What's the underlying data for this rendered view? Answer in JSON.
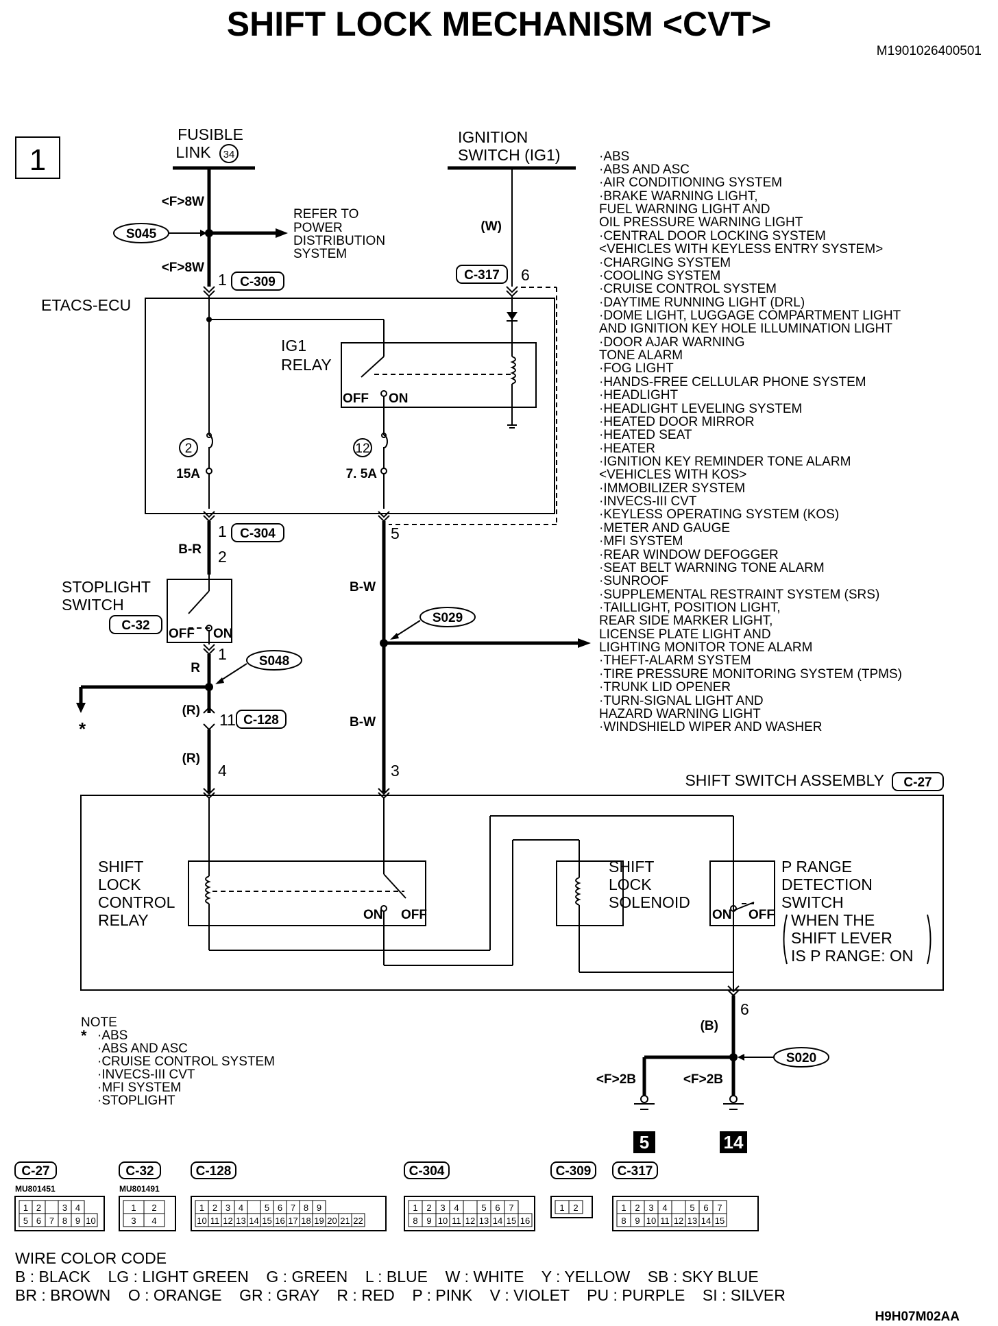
{
  "title": "SHIFT LOCK MECHANISM <CVT>",
  "doc_code": "M1901026400501",
  "figure_code": "H9H07M02AA",
  "page_number": "1",
  "sources": {
    "fusible_link": [
      "FUSIBLE",
      "LINK"
    ],
    "fusible_link_number": "34",
    "ignition_switch": [
      "IGNITION",
      "SWITCH (IG1)"
    ]
  },
  "wires": {
    "f8w": "<F>8W",
    "w_paren": "(W)",
    "b_r": "B-R",
    "b_w": "B-W",
    "r": "R",
    "r_paren": "(R)",
    "b_paren": "(B)",
    "f2b": "<F>2B"
  },
  "splices": [
    "S045",
    "S029",
    "S048",
    "S020"
  ],
  "refer_to": [
    "REFER TO",
    "POWER",
    "DISTRIBUTION",
    "SYSTEM"
  ],
  "connectors": {
    "c309": "C-309",
    "c317": "C-317",
    "c304": "C-304",
    "c32": "C-32",
    "c128": "C-128",
    "c27": "C-27"
  },
  "pins": {
    "p1": "1",
    "p2": "2",
    "p3": "3",
    "p4": "4",
    "p5": "5",
    "p6": "6",
    "p11": "11"
  },
  "components": {
    "etacs": "ETACS-ECU",
    "ig1_relay": [
      "IG1",
      "RELAY"
    ],
    "stoplight_switch": [
      "STOPLIGHT",
      "SWITCH"
    ],
    "shift_switch_assembly": "SHIFT SWITCH ASSEMBLY",
    "shift_lock_relay": [
      "SHIFT",
      "LOCK",
      "CONTROL",
      "RELAY"
    ],
    "shift_lock_solenoid": [
      "SHIFT",
      "LOCK",
      "SOLENOID"
    ],
    "p_range": [
      "P RANGE",
      "DETECTION",
      "SWITCH",
      "WHEN THE",
      "SHIFT LEVER",
      "IS P RANGE: ON"
    ]
  },
  "fuses": [
    {
      "number": "2",
      "rating": "15A"
    },
    {
      "number": "12",
      "rating": "7. 5A"
    }
  ],
  "switch_states": {
    "off": "OFF",
    "on": "ON"
  },
  "grounds": [
    "5",
    "14"
  ],
  "asterisk": "*",
  "systems_list": [
    "·ABS",
    "·ABS AND ASC",
    "·AIR CONDITIONING SYSTEM",
    "·BRAKE WARNING LIGHT,",
    " FUEL WARNING LIGHT AND",
    " OIL PRESSURE WARNING LIGHT",
    "·CENTRAL DOOR LOCKING SYSTEM",
    " <VEHICLES WITH KEYLESS ENTRY SYSTEM>",
    "·CHARGING SYSTEM",
    "·COOLING SYSTEM",
    "·CRUISE CONTROL SYSTEM",
    "·DAYTIME RUNNING LIGHT (DRL)",
    "·DOME LIGHT, LUGGAGE COMPARTMENT LIGHT",
    " AND IGNITION KEY HOLE ILLUMINATION LIGHT",
    "·DOOR AJAR WARNING",
    " TONE ALARM",
    "·FOG LIGHT",
    "·HANDS-FREE CELLULAR PHONE SYSTEM",
    "·HEADLIGHT",
    "·HEADLIGHT LEVELING SYSTEM",
    "·HEATED DOOR MIRROR",
    "·HEATED SEAT",
    "·HEATER",
    "·IGNITION KEY REMINDER TONE ALARM",
    " <VEHICLES WITH KOS>",
    "·IMMOBILIZER SYSTEM",
    "·INVECS-III CVT",
    "·KEYLESS OPERATING SYSTEM (KOS)",
    "·METER AND GAUGE",
    "·MFI SYSTEM",
    "·REAR WINDOW DEFOGGER",
    "·SEAT BELT WARNING TONE ALARM",
    "·SUNROOF",
    "·SUPPLEMENTAL RESTRAINT SYSTEM (SRS)",
    "·TAILLIGHT, POSITION LIGHT,",
    " REAR SIDE MARKER LIGHT,",
    " LICENSE PLATE LIGHT AND",
    " LIGHTING MONITOR TONE ALARM",
    "·THEFT-ALARM SYSTEM",
    "·TIRE PRESSURE MONITORING SYSTEM (TPMS)",
    "·TRUNK LID OPENER",
    "·TURN-SIGNAL LIGHT AND",
    " HAZARD WARNING LIGHT",
    "·WINDSHIELD WIPER AND WASHER"
  ],
  "note": {
    "heading": "NOTE",
    "marker": "*",
    "items": [
      "·ABS",
      "·ABS AND ASC",
      "·CRUISE CONTROL SYSTEM",
      "·INVECS-III CVT",
      "·MFI SYSTEM",
      "·STOPLIGHT"
    ]
  },
  "connector_views": [
    {
      "name": "C-27",
      "part": "MU801451",
      "rows": [
        [
          "1",
          "2",
          "",
          "3",
          "4"
        ],
        [
          "5",
          "6",
          "7",
          "8",
          "9",
          "10"
        ]
      ]
    },
    {
      "name": "C-32",
      "part": "MU801491",
      "rows": [
        [
          "1",
          "2"
        ],
        [
          "3",
          "4"
        ]
      ]
    },
    {
      "name": "C-128",
      "part": "",
      "rows": [
        [
          "1",
          "2",
          "3",
          "4",
          "",
          "5",
          "6",
          "7",
          "8",
          "9"
        ],
        [
          "10",
          "11",
          "12",
          "13",
          "14",
          "15",
          "16",
          "17",
          "18",
          "19",
          "20",
          "21",
          "22"
        ]
      ]
    },
    {
      "name": "C-304",
      "part": "",
      "rows": [
        [
          "1",
          "2",
          "3",
          "4",
          "",
          "5",
          "6",
          "7"
        ],
        [
          "8",
          "9",
          "10",
          "11",
          "12",
          "13",
          "14",
          "15",
          "16"
        ]
      ]
    },
    {
      "name": "C-309",
      "part": "",
      "rows": [
        [
          "1",
          "2"
        ]
      ]
    },
    {
      "name": "C-317",
      "part": "",
      "rows": [
        [
          "1",
          "2",
          "3",
          "4",
          "",
          "5",
          "6",
          "7"
        ],
        [
          "8",
          "9",
          "10",
          "11",
          "12",
          "13",
          "14",
          "15"
        ]
      ]
    }
  ],
  "wire_color_code": {
    "heading": "WIRE COLOR CODE",
    "row1": "B : BLACK    LG : LIGHT GREEN    G : GREEN    L : BLUE    W : WHITE    Y : YELLOW    SB : SKY BLUE",
    "row2": "BR : BROWN    O : ORANGE    GR : GRAY    R : RED    P : PINK    V : VIOLET    PU : PURPLE    SI : SILVER"
  }
}
